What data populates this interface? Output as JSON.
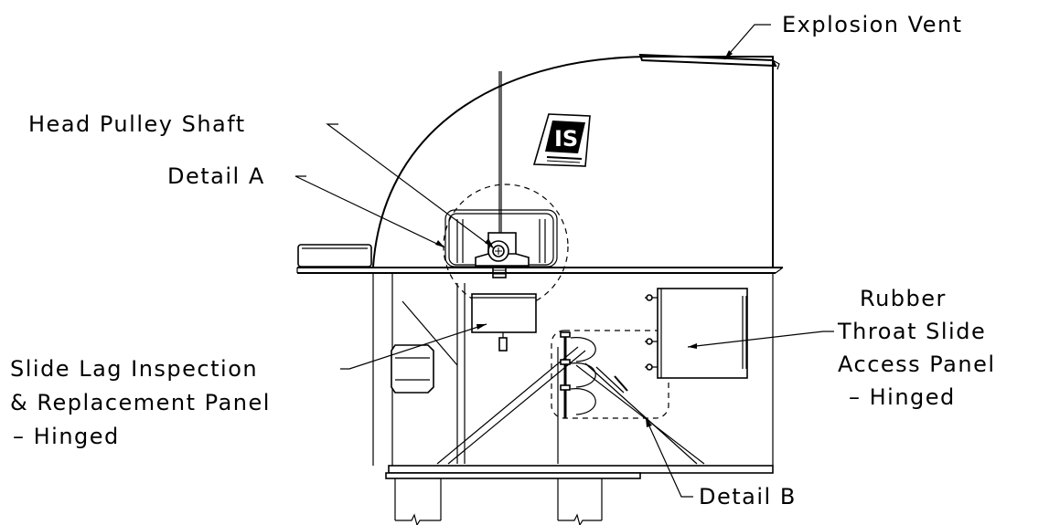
{
  "labels": {
    "explosion_vent": "Explosion Vent",
    "head_pulley_shaft": "Head Pulley Shaft",
    "detail_a": "Detail A",
    "rubber_throat_line1": "Rubber",
    "rubber_throat_line2": "Throat Slide",
    "rubber_throat_line3": "Access Panel",
    "rubber_throat_line4": "– Hinged",
    "slide_lag_line1": "Slide Lag Inspection",
    "slide_lag_line2": "& Replacement Panel",
    "slide_lag_line3": "– Hinged",
    "detail_b": "Detail B"
  },
  "logo": {
    "text": "IS",
    "description": "manufacturer logo plate"
  },
  "colors": {
    "line": "#000000",
    "background": "#ffffff"
  }
}
